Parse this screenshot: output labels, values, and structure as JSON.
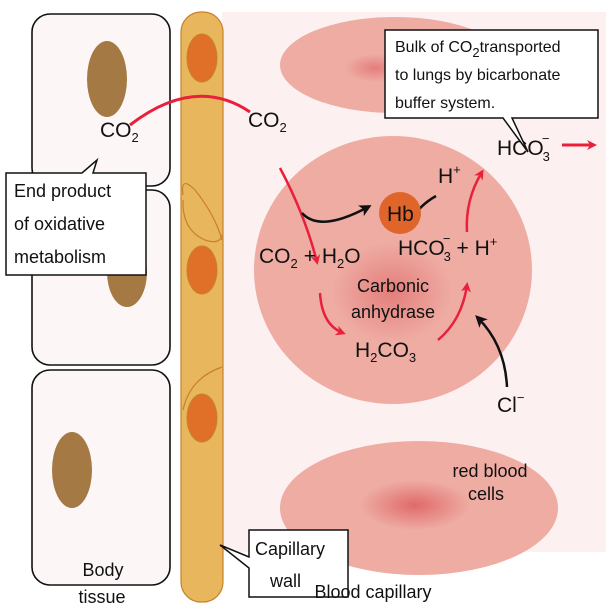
{
  "labels": {
    "co2_tissue": "CO",
    "co2_capillary": "CO",
    "end_product": [
      "End product",
      "of oxidative",
      "metabolism"
    ],
    "bulk_callout": [
      "Bulk of CO",
      "transported",
      "to lungs by bicarbonate",
      "buffer system."
    ],
    "hco3_out": "HCO",
    "h_plus_hb": "H",
    "hb": "Hb",
    "co2_h2o": {
      "co": "CO",
      "plus": "+ H",
      "o": "O"
    },
    "hco3_h": {
      "hco": "HCO",
      "plus": "+ H"
    },
    "enzyme": [
      "Carbonic",
      "anhydrase"
    ],
    "h2co3": {
      "h": "H",
      "co": "CO"
    },
    "chloride": "Cl",
    "rbc": [
      "red blood",
      "cells"
    ],
    "capillary_wall": [
      "Capillary",
      "wall"
    ],
    "body_tissue": [
      "Body",
      "tissue"
    ],
    "blood_capillary": "Blood capillary",
    "sub2": "2",
    "sub3": "3",
    "plus_sign": "+",
    "minus_sign": "−"
  },
  "colors": {
    "plasma": "#fdf0f0",
    "rbc": "#eeaca3",
    "rbc_core": "#e06a6a",
    "tissue_cell": "#fdf6f6",
    "tissue_nucleus": "#a47944",
    "capillary": "#e8b65c",
    "capillary_nucleus": "#e07028",
    "hb": "#e0652a",
    "arrow_red": "#e8203c"
  }
}
